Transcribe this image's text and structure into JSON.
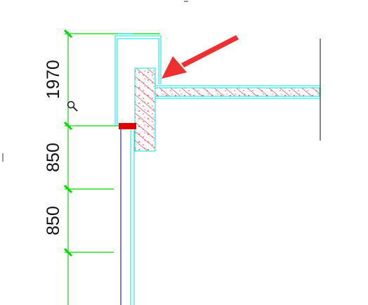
{
  "colors": {
    "background": "#ffffff",
    "dimension": "#00d800",
    "wall_outline": "#00e5e5",
    "hatch": "#ff2020",
    "marker": "#e00000",
    "arrow": "#ee3030",
    "pipe": "#2020ee",
    "text": "#111111",
    "edge_line": "#333333"
  },
  "dimensions": [
    {
      "label": "1970"
    },
    {
      "label": "850"
    },
    {
      "label": "850"
    }
  ],
  "icons": {
    "zoom": "magnifier-icon"
  }
}
